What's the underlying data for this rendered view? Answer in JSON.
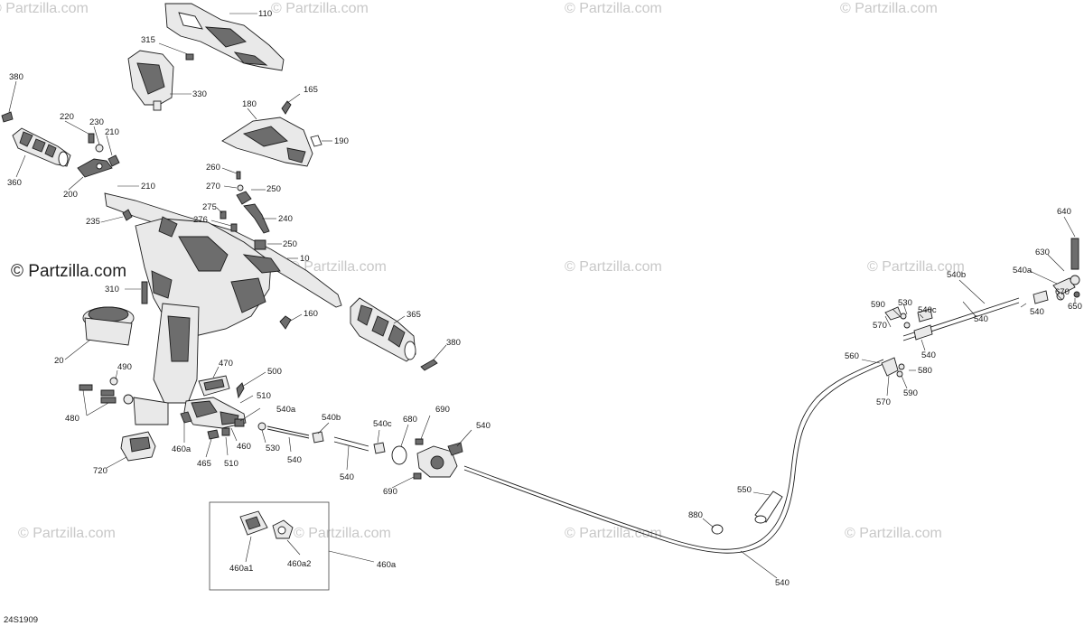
{
  "watermark": {
    "text": "© Partzilla.com",
    "faint_color": "#c8c8c8",
    "strong_color": "#1e1e1e"
  },
  "reference": "24S1909",
  "labels": {
    "l110": "110",
    "l315": "315",
    "l330": "330",
    "l380a": "380",
    "l220": "220",
    "l230": "230",
    "l210a": "210",
    "l360": "360",
    "l200": "200",
    "l210b": "210",
    "l165": "165",
    "l180": "180",
    "l190": "190",
    "l260": "260",
    "l270": "270",
    "l250a": "250",
    "l240": "240",
    "l235": "235",
    "l275": "275",
    "l276": "276",
    "l250b": "250",
    "l10": "10",
    "l310": "310",
    "l365": "365",
    "l160": "160",
    "l380b": "380",
    "l20": "20",
    "l490": "490",
    "l470": "470",
    "l500": "500",
    "l510a": "510",
    "l480": "480",
    "l540a": "540a",
    "l540b": "540b",
    "l540c": "540c",
    "l680": "680",
    "l690a": "690",
    "l540top": "540",
    "l460a": "460a",
    "l460": "460",
    "l530": "530",
    "l540s": "540",
    "l540t": "540",
    "l465": "465",
    "l510b": "510",
    "l690b": "690",
    "l720": "720",
    "l460a1": "460a1",
    "l460a2": "460a2",
    "l460abox": "460a",
    "l550": "550",
    "l880": "880",
    "l540bottom": "540",
    "l640": "640",
    "l630": "630",
    "l540a_r": "540a",
    "l670": "670",
    "l650": "650",
    "l540b_r": "540b",
    "l540r": "540",
    "l590a": "590",
    "l530r": "530",
    "l570a": "570",
    "l540c_r": "540c",
    "l540r2": "540",
    "l540r3": "540",
    "l560": "560",
    "l580": "580",
    "l590b": "590",
    "l570b": "570"
  }
}
